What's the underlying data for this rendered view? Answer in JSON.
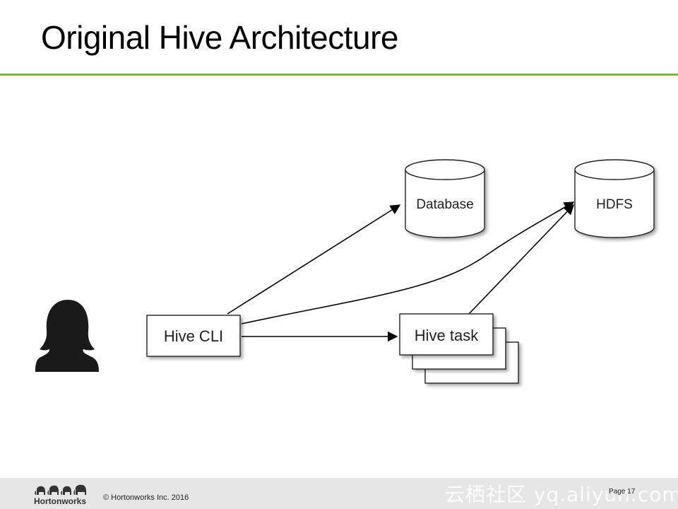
{
  "slide": {
    "title": "Original Hive Architecture"
  },
  "diagram": {
    "nodes": {
      "hive_cli": "Hive CLI",
      "hive_task": "Hive task",
      "database": "Database",
      "hdfs": "HDFS"
    },
    "user_icon": "user-silhouette-icon"
  },
  "footer": {
    "logo_text": "Hortonworks",
    "logo_icon": "elephants-logo-icon",
    "copyright": "© Hortonworks Inc. 2016",
    "page": "Page 17",
    "watermark": "云栖社区 yq.aliyun.com"
  },
  "colors": {
    "accent_rule": "#7ab648",
    "footer_bg": "#e6e6e6"
  }
}
